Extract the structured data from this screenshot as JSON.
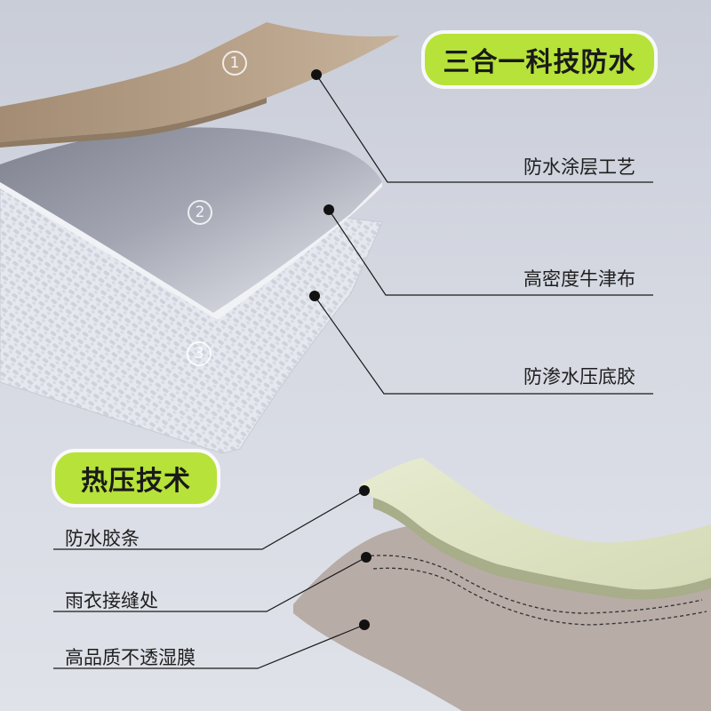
{
  "title": "三合一科技防水",
  "layers": [
    {
      "number": "1",
      "label": "防水涂层工艺"
    },
    {
      "number": "2",
      "label": "高密度牛津布"
    },
    {
      "number": "3",
      "label": "防渗水压底胶"
    }
  ],
  "section_title": "热压技术",
  "seam_labels": [
    "防水胶条",
    "雨衣接缝处",
    "高品质不透湿膜"
  ],
  "colors": {
    "accent_green": "#b6e23a",
    "coating_tan": "#b59e86",
    "fabric_silver": "#9da0ac",
    "mesh_white": "#e4e6ee",
    "tape_cream": "#dde2c4",
    "membrane_taupe": "#b5a9a4"
  }
}
